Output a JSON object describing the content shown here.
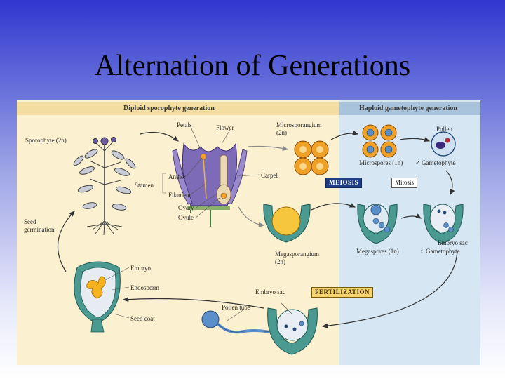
{
  "slide": {
    "title": "Alternation of Generations"
  },
  "headers": {
    "diploid": "Diploid sporophyte generation",
    "haploid": "Haploid gametophyte generation"
  },
  "labels": {
    "sporophyte": "Sporophyte (2n)",
    "petals": "Petals",
    "flower": "Flower",
    "microsporangium": "Microsporangium",
    "microsporangium_ploidy": "(2n)",
    "pollen": "Pollen",
    "anther": "Anther",
    "stamen": "Stamen",
    "filament": "Filament",
    "carpel": "Carpel",
    "ovary": "Ovary",
    "ovule": "Ovule",
    "microspores": "Microspores (1n)",
    "male_gametophyte": "♂ Gametophyte",
    "seed_germination_1": "Seed",
    "seed_germination_2": "germination",
    "megasporangium": "Megasporangium",
    "megasporangium_ploidy": "(2n)",
    "megaspores": "Megaspores (1n)",
    "embryo_sac_right": "Embryo sac",
    "female_gametophyte": "♀ Gametophyte",
    "embryo": "Embryo",
    "endosperm": "Endosperm",
    "seed_coat": "Seed coat",
    "embryo_sac_bottom": "Embryo sac",
    "pollen_tube": "Pollen tube"
  },
  "process_boxes": {
    "meiosis": "MEIOSIS",
    "mitosis": "Mitosis",
    "fertilization": "FERTILIZATION"
  },
  "colors": {
    "diploid_bg": "#fbf0cf",
    "haploid_bg": "#d6e6f2",
    "header_diploid": "#f3dda0",
    "header_haploid": "#a9c3dc",
    "flower_purple": "#7e6bb8",
    "sporangium_orange": "#f0a128",
    "tissue_teal": "#4a9a92",
    "cell_blue": "#5b8fc9"
  }
}
